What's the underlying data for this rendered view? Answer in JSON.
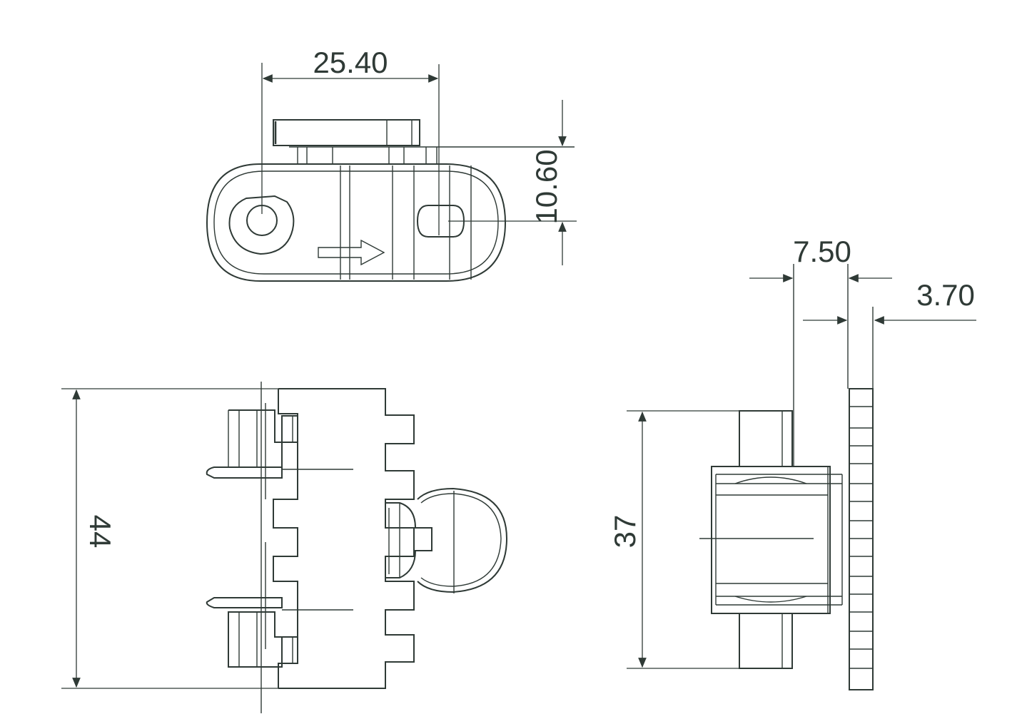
{
  "colors": {
    "line": "#2f3a36",
    "background": "#ffffff"
  },
  "dimensions": {
    "pitch": "25.40",
    "height_top": "10.60",
    "width": "44",
    "depth": "37",
    "offset_a": "7.50",
    "offset_b": "3.70"
  }
}
